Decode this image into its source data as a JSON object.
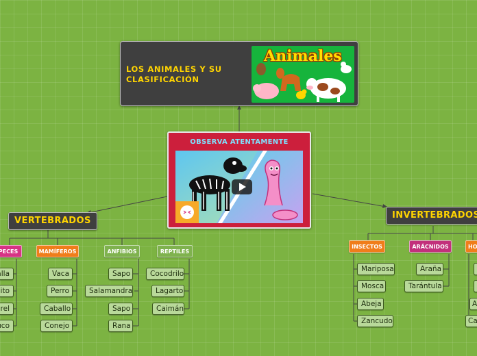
{
  "root": {
    "title": "LOS ANIMALES Y SU CLASIFICACIÓN",
    "image_word": "Animales"
  },
  "center": {
    "title": "OBSERVA ATENTAMENTE"
  },
  "vertebrados": {
    "label": "VERTEBRADOS",
    "categories": {
      "peces": {
        "label": "PECES",
        "items": [
          "alla",
          "nito",
          "urel",
          "uco"
        ]
      },
      "mamiferos": {
        "label": "MAMÍFEROS",
        "items": [
          "Vaca",
          "Perro",
          "Caballo",
          "Conejo"
        ]
      },
      "anfibios": {
        "label": "ANFIBIOS",
        "items": [
          "Sapo",
          "Salamandra",
          "Sapo",
          "Rana"
        ]
      },
      "reptiles": {
        "label": "REPTILES",
        "items": [
          "Cocodrilo",
          "Lagarto",
          "Caimán"
        ]
      }
    }
  },
  "invertebrados": {
    "label": "INVERTEBRADOS",
    "categories": {
      "insectos": {
        "label": "INSECTOS",
        "items": [
          "Mariposa",
          "Mosca",
          "Abeja",
          "Zancudo"
        ]
      },
      "aracnidos": {
        "label": "ARÁCNIDOS",
        "items": [
          "Araña",
          "Tarántula"
        ]
      },
      "partial": {
        "label": "HO",
        "items": [
          "",
          "",
          "A",
          "Ca"
        ]
      }
    }
  },
  "colors": {
    "background": "#7cb342",
    "dark_node": "#3f3f3f",
    "title_yellow": "#ffd400",
    "center_red": "#cc1f3c",
    "peces": "#d63384",
    "mamiferos": "#f07d1a",
    "anfibios": "#7fb24e",
    "reptiles": "#7fb24e",
    "insectos": "#f07d1a",
    "aracnidos": "#c2307b"
  }
}
